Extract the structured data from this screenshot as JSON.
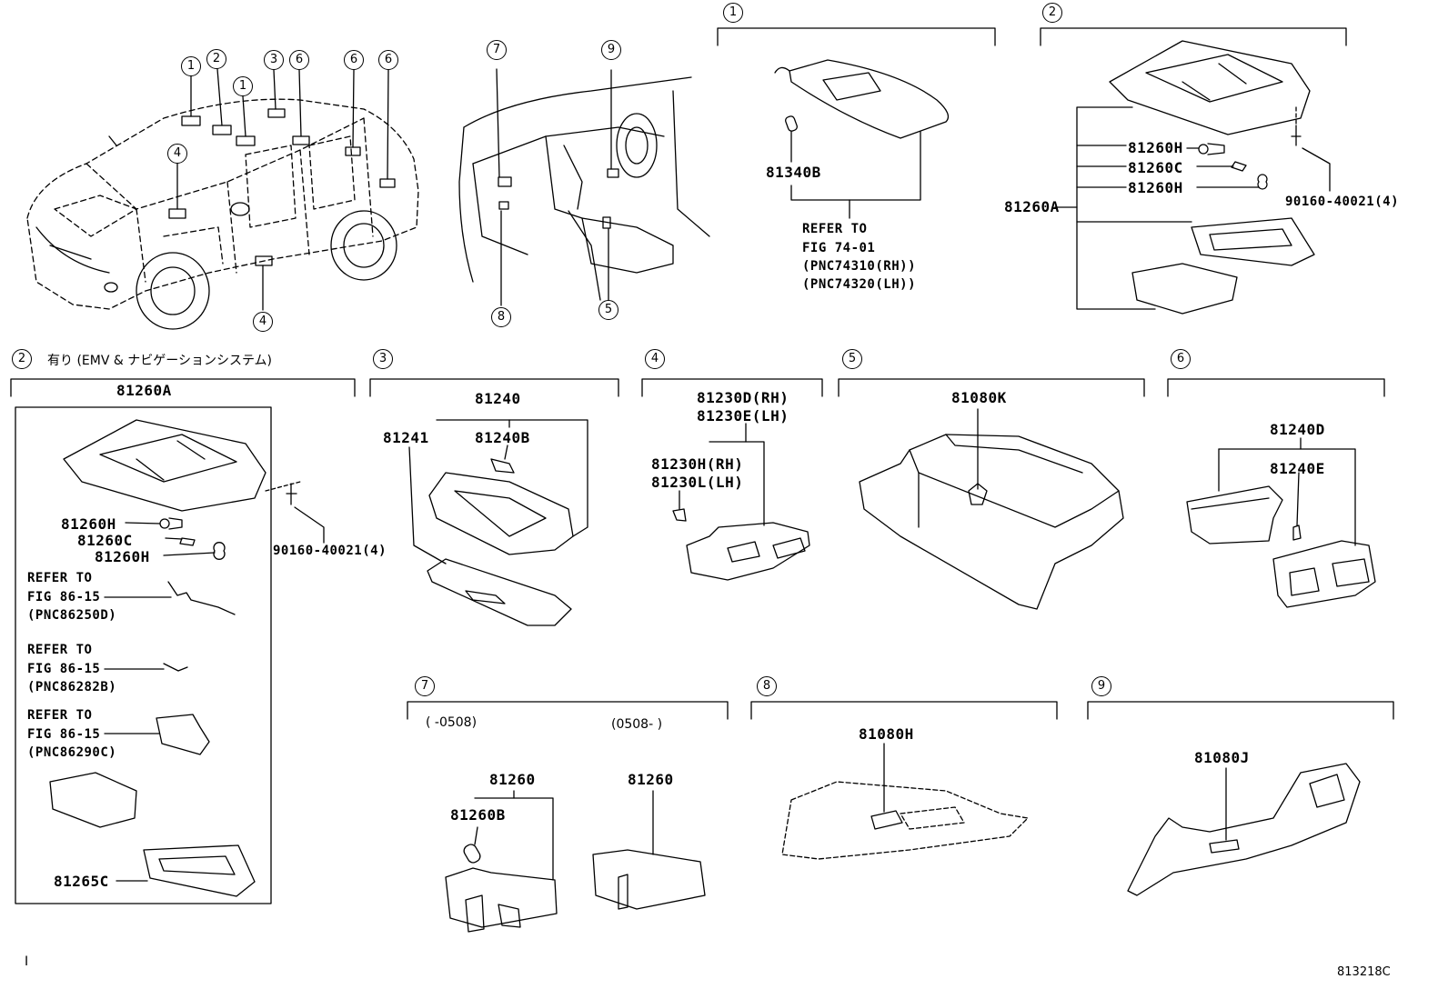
{
  "circled": {
    "c1": "1",
    "c2": "2",
    "c3": "3",
    "c4": "4",
    "c5": "5",
    "c6": "6",
    "c7": "7",
    "c8": "8",
    "c9": "9"
  },
  "section_titles": {
    "s2b_title": "有り (EMV & ナビゲーションシステム)"
  },
  "parts": {
    "p81340B": "81340B",
    "p81260H_a": "81260H",
    "p81260C_a": "81260C",
    "p81260H_b": "81260H",
    "p81260A_a": "81260A",
    "p90160_a": "90160-40021(4)",
    "p81260A_b": "81260A",
    "p81260H_c": "81260H",
    "p81260C_b": "81260C",
    "p81260H_d": "81260H",
    "p90160_b": "90160-40021(4)",
    "p81265C": "81265C",
    "p81240": "81240",
    "p81241": "81241",
    "p81240B": "81240B",
    "p81230D": "81230D(RH)",
    "p81230E": "81230E(LH)",
    "p81230H": "81230H(RH)",
    "p81230L": "81230L(LH)",
    "p81080K": "81080K",
    "p81240D": "81240D",
    "p81240E": "81240E",
    "p81260_a": "81260",
    "p81260B": "81260B",
    "p81260_b": "81260",
    "p81080H": "81080H",
    "p81080J": "81080J"
  },
  "refs": {
    "r1_line1": "REFER TO",
    "r1_line2": "FIG 74-01",
    "r1_line3": "(PNC74310(RH))",
    "r1_line4": "(PNC74320(LH))",
    "r2_line1": "REFER TO",
    "r2_line2": "FIG 86-15",
    "r2_line3": "(PNC86250D)",
    "r3_line1": "REFER TO",
    "r3_line2": "FIG 86-15",
    "r3_line3": "(PNC86282B)",
    "r4_line1": "REFER TO",
    "r4_line2": "FIG 86-15",
    "r4_line3": "(PNC86290C)"
  },
  "dates": {
    "d_left": "(      -0508)",
    "d_right": "(0508-      )"
  },
  "footer": {
    "corner_mark": "I",
    "figure_code": "813218C"
  }
}
